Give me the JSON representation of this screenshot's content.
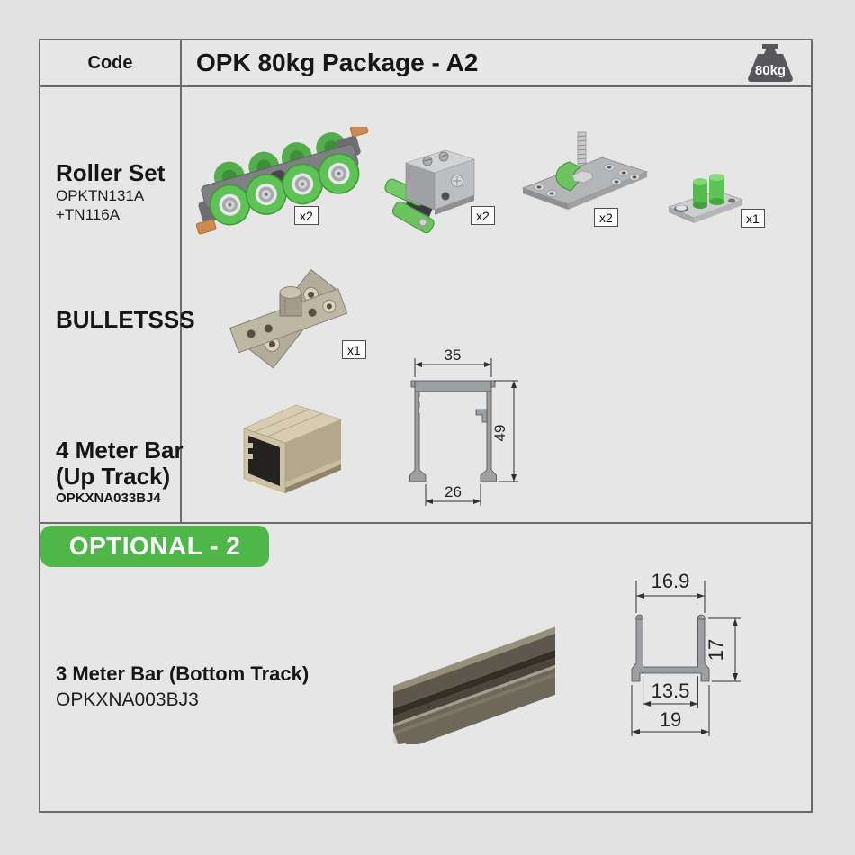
{
  "colors": {
    "accent_green": "#4fb74a",
    "table_border": "#696a6c",
    "badge_gray": "#56575a",
    "roller_green": "#5fc257",
    "brush_orange": "#cd8a50"
  },
  "header": {
    "code_label": "Code",
    "title": "OPK 80kg Package - A2",
    "weight_badge": "80kg"
  },
  "roller_set": {
    "title": "Roller Set",
    "code_line1": "OPKTN131A",
    "code_line2": "+TN116A",
    "qty_carriage": "x2",
    "qty_stopper": "x2",
    "qty_pivot": "x2",
    "qty_guide": "x1"
  },
  "bullets": {
    "title": "BULLETSSS",
    "qty": "x1"
  },
  "up_track": {
    "title_line1": "4 Meter Bar",
    "title_line2": "(Up Track)",
    "code": "OPKXNA033BJ4",
    "dim_width": "35",
    "dim_height": "49",
    "dim_opening": "26"
  },
  "optional": {
    "banner_label": "OPTIONAL - 2"
  },
  "bottom_track": {
    "title": "3 Meter Bar (Bottom Track)",
    "code": "OPKXNA003BJ3",
    "dim_top": "16.9",
    "dim_height": "17",
    "dim_inner": "13.5",
    "dim_outer": "19"
  }
}
